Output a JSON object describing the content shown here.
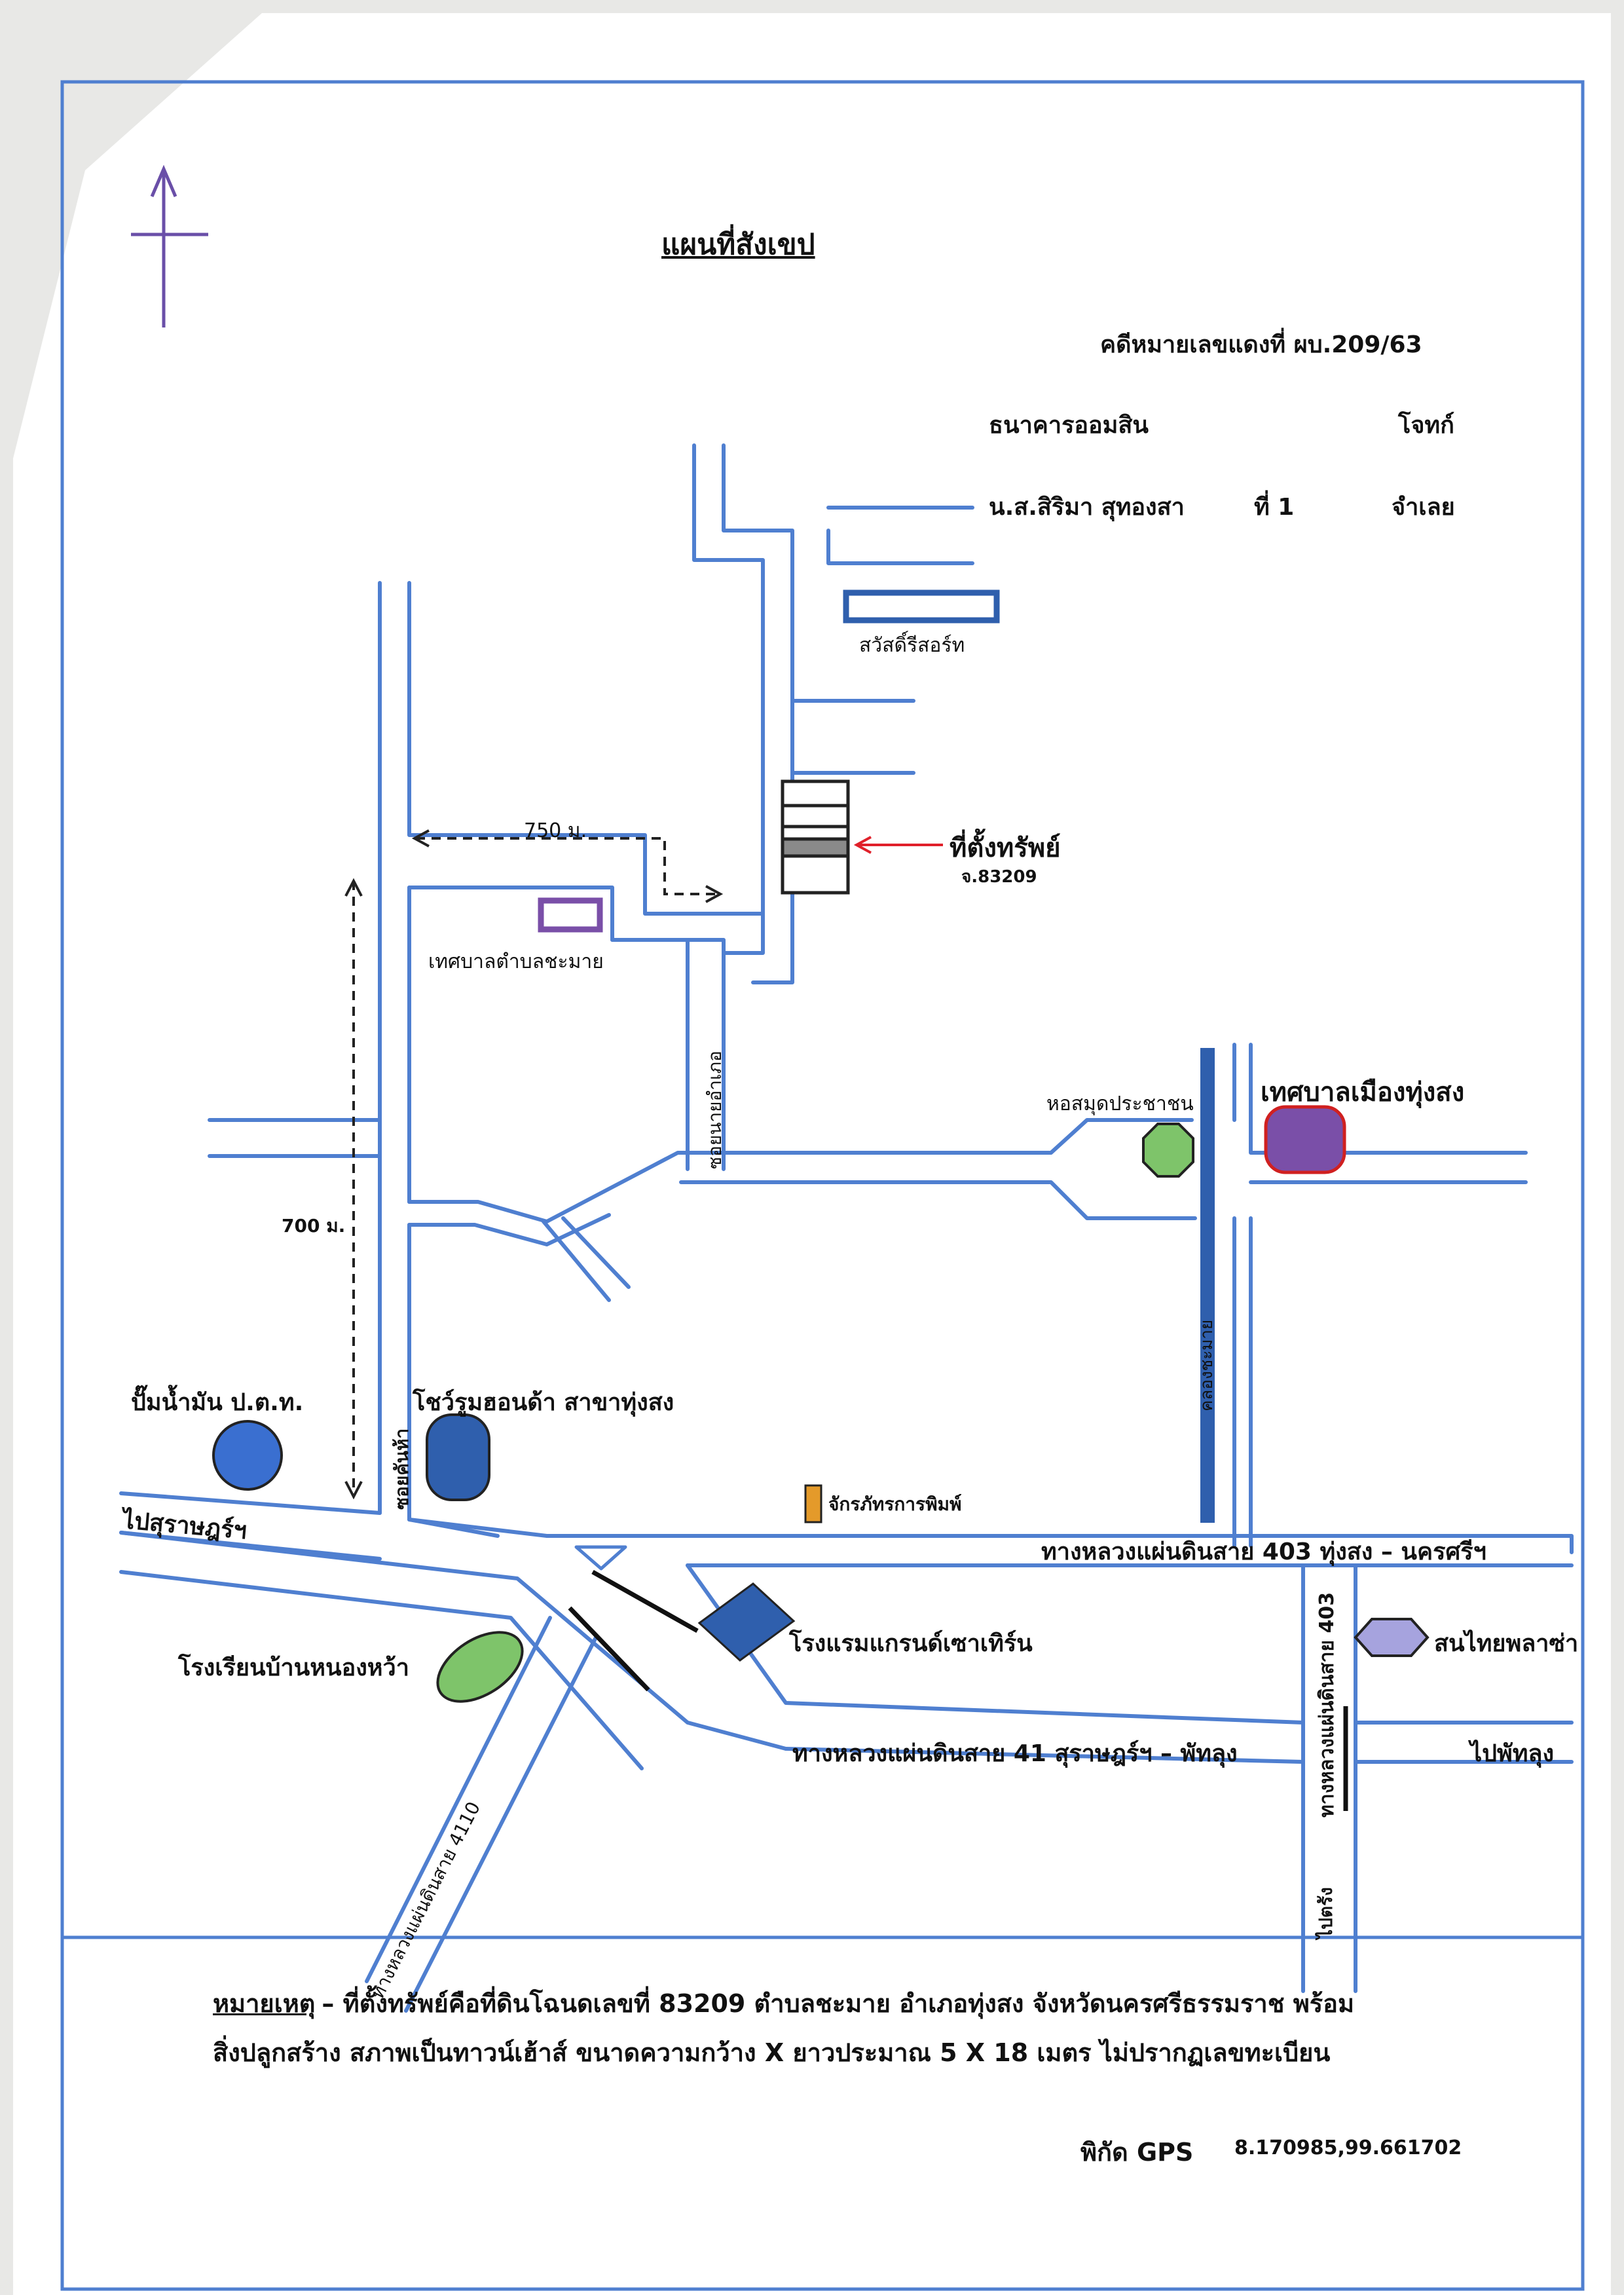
{
  "title": "แผนที่สังเขป",
  "case": {
    "case_number": "คดีหมายเลขแดงที่ ผบ.209/63",
    "plaintiff_name": "ธนาคารออมสิน",
    "plaintiff_role": "โจทก์",
    "defendant_name": "น.ส.สิริมา สุทองสา",
    "defendant_no": "ที่ 1",
    "defendant_role": "จำเลย"
  },
  "map": {
    "landmarks": {
      "resort": "สวัสดิ์รีสอร์ท",
      "property": "ที่ตั้งทรัพย์",
      "title_deed": "จ.83209",
      "subdistrict_office": "เทศบาลตำบลชะมาย",
      "soi_name": "ซอยนายอำเภอ",
      "library": "หอสมุดประชาชน",
      "town_office": "เทศบาลเมืองทุ่งสง",
      "canal": "คลองชะมาย",
      "gas_station": "ปั๊มน้ำมัน ป.ต.ท.",
      "showroom": "โชว์รูมฮอนด้า สาขาทุ่งสง",
      "soi_kuan": "ซอยคันห้า",
      "printing": "จักรภัทรการพิมพ์",
      "hotel": "โรงแรมแกรนด์เซาเทิร์น",
      "school": "โรงเรียนบ้านหนองหว้า",
      "market": "สนไทยพลาซ่า"
    },
    "distances": {
      "horizontal": "750 ม.",
      "vertical": "700 ม."
    },
    "roads": {
      "to_surat_left": "ไปสุราษฎร์ฯ",
      "hwy_403_east": "ทางหลวงแผ่นดินสาย 403 ทุ่งสง – นครศรีฯ",
      "hwy_41": "ทางหลวงแผ่นดินสาย 41 สุราษฎร์ฯ – พัทลุง",
      "to_phatthalung": "ไปพัทลุง",
      "hwy_403_vertical": "ทางหลวงแผ่นดินสาย 403",
      "to_trang": "ไปตรัง",
      "hwy_4110": "ทางหลวงแผ่นดินสาย 4110"
    },
    "colors": {
      "road": "#4f7fd0",
      "building": "#2f5fad",
      "circle_blue": "#3a6fd0",
      "green": "#7ec46a",
      "purple": "#7a4fa8",
      "red_outline": "#d02020",
      "orange": "#e49a2a",
      "arrow_red": "#e0202a",
      "lavender": "#a6a3de"
    },
    "north_arrow": "north-arrow-icon"
  },
  "remarks": {
    "label": "หมายเหตุ",
    "line1": "– ที่ตั้งทรัพย์คือที่ดินโฉนดเลขที่ 83209 ตำบลชะมาย อำเภอทุ่งสง จังหวัดนครศรีธรรมราช พร้อม",
    "line2": "สิ่งปลูกสร้าง สภาพเป็นทาวน์เฮ้าส์ ขนาดความกว้าง X ยาวประมาณ 5 X 18 เมตร ไม่ปรากฏเลขทะเบียน"
  },
  "gps": {
    "label": "พิกัด GPS",
    "value": "8.170985,99.661702"
  }
}
